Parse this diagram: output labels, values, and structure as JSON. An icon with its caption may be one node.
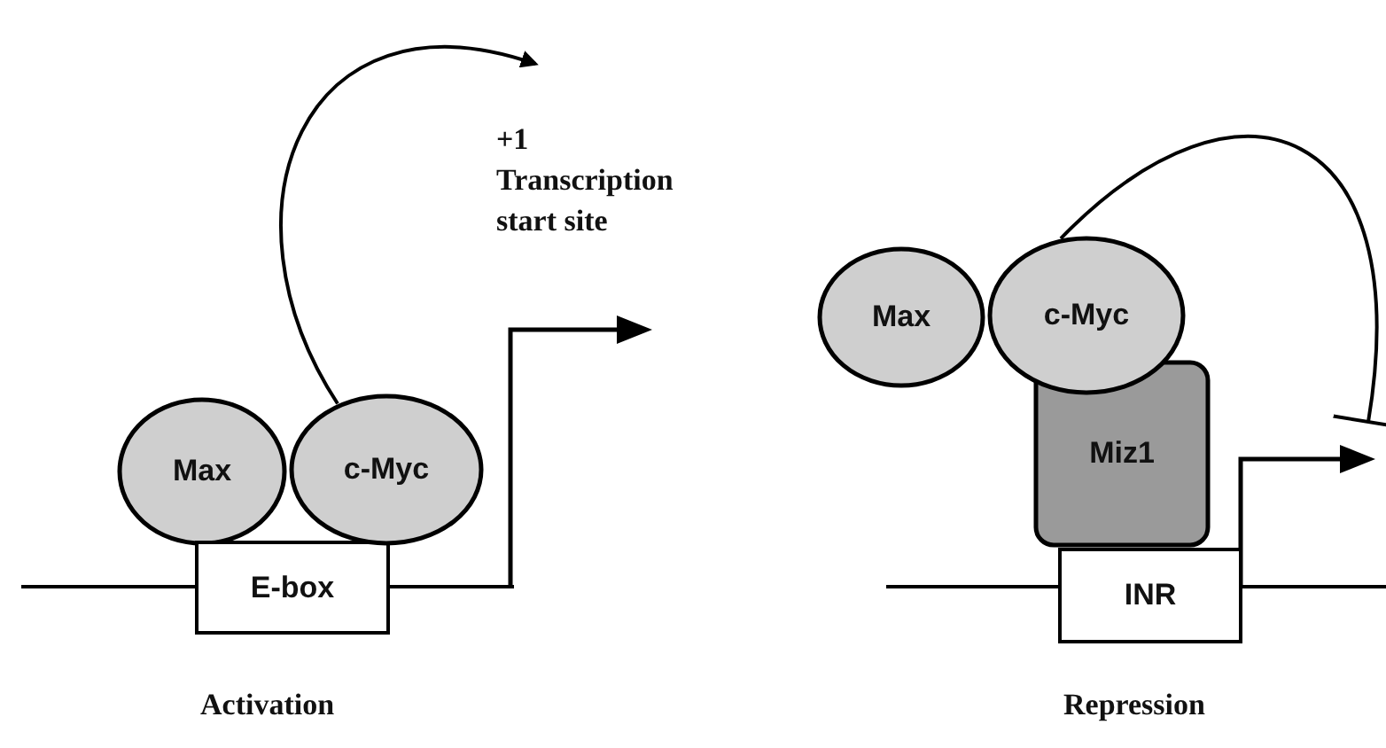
{
  "diagram": {
    "nodes": [
      {
        "text": [
          "Max"
        ]
      },
      {
        "text": [
          "c-Myc"
        ]
      },
      {
        "text": [
          "E-box"
        ]
      },
      {
        "text": [
          "Max"
        ]
      },
      {
        "text": [
          "c-Myc"
        ]
      },
      {
        "text": [
          "Miz1"
        ]
      },
      {
        "text": [
          "INR"
        ]
      }
    ],
    "edges": [
      {
        "from": 1,
        "to": null,
        "arrow": "to"
      },
      {
        "from": 4,
        "to": null,
        "arrow": "other"
      }
    ],
    "labels": [
      "+1 Transcription start site",
      "Activation",
      "Repression"
    ]
  }
}
